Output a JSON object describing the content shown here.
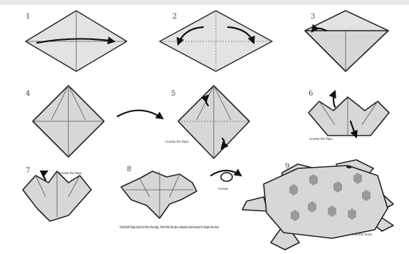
{
  "header": {
    "watermark": ""
  },
  "steps": [
    {
      "label": "1"
    },
    {
      "label": "2"
    },
    {
      "label": "3"
    },
    {
      "label": "4"
    },
    {
      "label": "5"
    },
    {
      "label": "6"
    },
    {
      "label": "7"
    },
    {
      "label": "8"
    },
    {
      "label": "9"
    }
  ],
  "notes": {
    "step5_note": "Crease the flaps.",
    "step6_note": "Crease the flaps.",
    "step7_note": "Crease the flaps.",
    "step8_caption": "Fold both flaps back to form the legs, then fold the tips outward and inward to shape the feet.",
    "step8_fold_note": "Crease",
    "step9_note": "Fold the head."
  },
  "colors": {
    "paper": "#d7d7d7",
    "shell_spot": "#9a9a9a",
    "outline": "#222222"
  }
}
